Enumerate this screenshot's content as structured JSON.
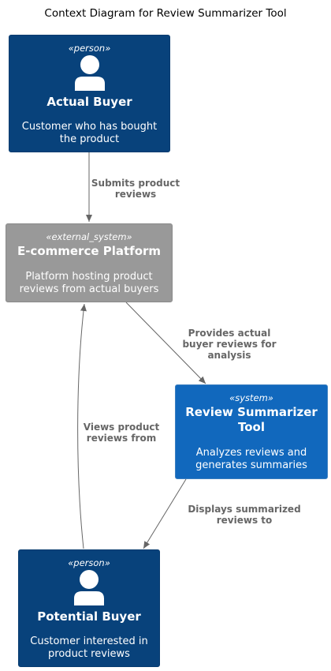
{
  "title": "Context Diagram for Review Summarizer Tool",
  "nodes": {
    "actual_buyer": {
      "stereotype": "«person»",
      "name": "Actual Buyer",
      "desc1": "Customer who has bought",
      "desc2": "the product",
      "icon": "person-icon"
    },
    "ecommerce": {
      "stereotype": "«external_system»",
      "name": "E-commerce Platform",
      "desc1": "Platform hosting product",
      "desc2": "reviews from actual buyers"
    },
    "summarizer": {
      "stereotype": "«system»",
      "name1": "Review Summarizer",
      "name2": "Tool",
      "desc1": "Analyzes reviews and",
      "desc2": "generates summaries"
    },
    "potential_buyer": {
      "stereotype": "«person»",
      "name": "Potential Buyer",
      "desc1": "Customer interested in",
      "desc2": "product reviews",
      "icon": "person-icon"
    }
  },
  "relations": {
    "submits": {
      "line1": "Submits product",
      "line2": "reviews"
    },
    "provides": {
      "line1": "Provides actual",
      "line2": "buyer reviews for",
      "line3": "analysis"
    },
    "views": {
      "line1": "Views product",
      "line2": "reviews from"
    },
    "displays": {
      "line1": "Displays summarized",
      "line2": "reviews to"
    }
  },
  "colors": {
    "person": "#08427b",
    "external_system": "#999999",
    "system": "#1168bd",
    "arrow": "#666666"
  }
}
